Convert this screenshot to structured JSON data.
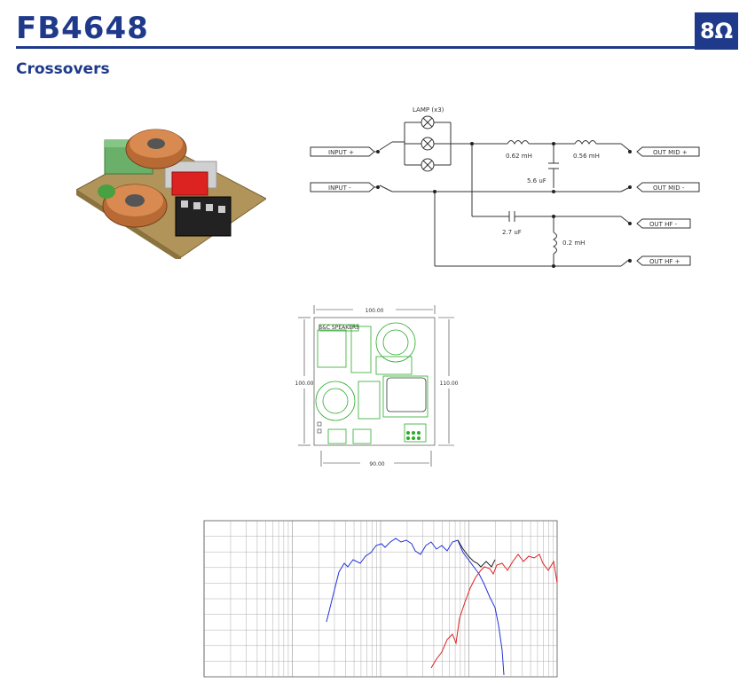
{
  "header": {
    "model": "FB4648",
    "impedance": "8Ω"
  },
  "section": {
    "title": "Crossovers"
  },
  "schematic": {
    "lamp": "LAMP (x3)",
    "input_plus": "INPUT +",
    "input_minus": "INPUT -",
    "out_mid_plus": "OUT MID +",
    "out_mid_minus": "OUT MID -",
    "out_hf_minus": "OUT HF -",
    "out_hf_plus": "OUT HF +",
    "l1": "0.62 mH",
    "l2": "0.56 mH",
    "c1": "5.6 uF",
    "c2": "2.7 uF",
    "l3": "0.2 mH"
  },
  "pcb": {
    "brand": "B&C SPEAKERS",
    "width_top": "100.00",
    "height_left": "100.00",
    "height_right": "110.00",
    "width_bottom": "90.00"
  },
  "graph": {
    "colors": {
      "mid": "#2233dd",
      "hf": "#dd2222",
      "sum": "#222222"
    }
  }
}
